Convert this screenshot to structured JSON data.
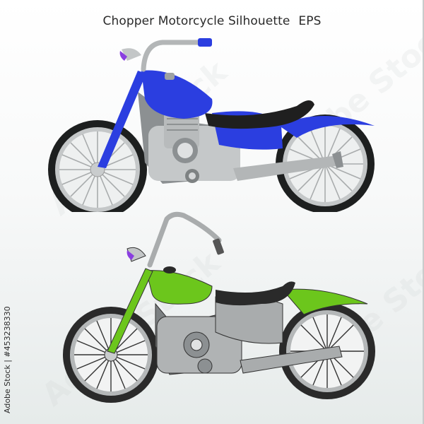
{
  "title": {
    "main": "Chopper Motorcycle Silhouette",
    "suffix": "EPS"
  },
  "credit": "Adobe Stock | #453238330",
  "watermark": "Adobe Stock",
  "illustrations": [
    {
      "name": "blue-chopper",
      "style": "flat",
      "body_color": "#2b3ee0",
      "seat_color": "#1f1f1f",
      "chrome_color": "#b9bcbd",
      "headlight_color": "#8a3ee0"
    },
    {
      "name": "green-chopper",
      "style": "sketch-shaded",
      "body_color": "#6cc61c",
      "seat_color": "#2a2a2a",
      "chrome_color": "#a9acad",
      "headlight_color": "#8a3ee0"
    }
  ]
}
